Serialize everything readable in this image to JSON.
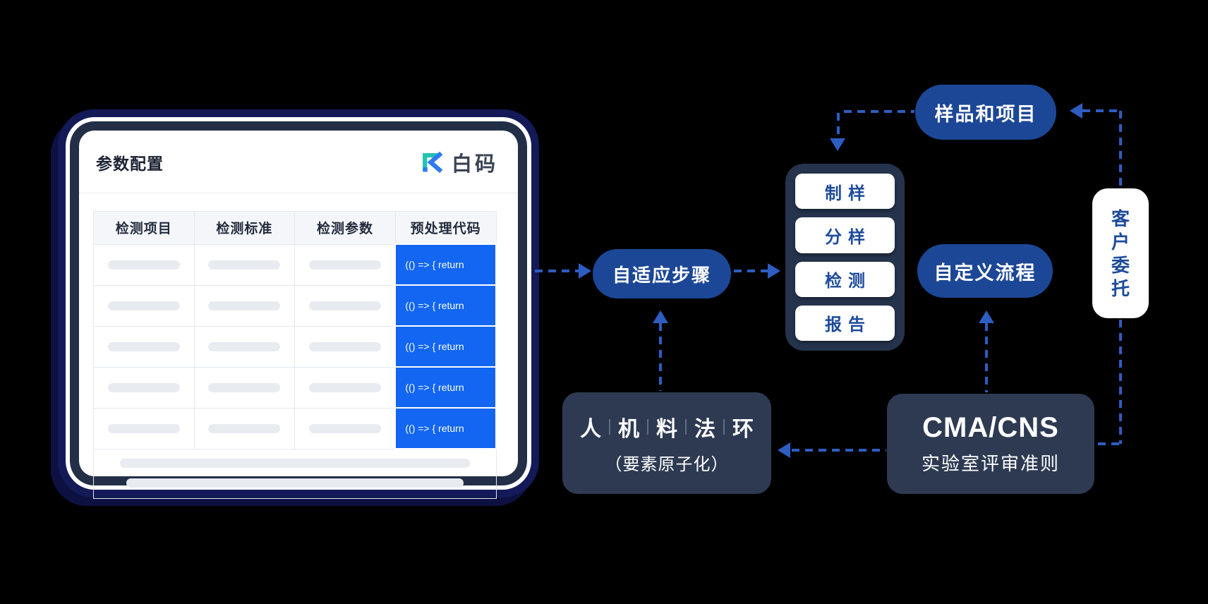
{
  "colors": {
    "accent-blue": "#1c4796",
    "bright-blue": "#1266f1",
    "arrow-blue": "#2e5dc2",
    "dark-navy": "#2d3a52",
    "stack-navy": "#25334c",
    "step-text-blue": "#1e4b9b",
    "logo-teal": "#23c3b2",
    "logo-blue": "#2f7af0",
    "frame-navy": "#232e47",
    "glow-navy": "#131a57",
    "glow-deep": "#0d1142",
    "placeholder-gray": "#e8ecf1",
    "table-border": "#e4e8ee",
    "header-bg": "#f4f6fa",
    "title-dark": "#1c2434"
  },
  "window": {
    "title": "参数配置",
    "logo": {
      "text": "白码"
    },
    "table": {
      "columns": [
        "检测项目",
        "检测标准",
        "检测参数",
        "预处理代码"
      ],
      "rows": [
        "(() => { return",
        "(() => { return",
        "(() => { return",
        "(() => { return",
        "(() => { return"
      ]
    }
  },
  "diagram": {
    "adaptive_steps": {
      "label": "自适应步骤"
    },
    "samples_projects": {
      "label": "样品和项目"
    },
    "custom_process": {
      "label": "自定义流程"
    },
    "customer_commission": {
      "chars": [
        "客",
        "户",
        "委",
        "托"
      ]
    },
    "process_stack": {
      "steps": [
        "制样",
        "分样",
        "检测",
        "报告"
      ]
    },
    "elements_box": {
      "chars": [
        "人",
        "机",
        "料",
        "法",
        "环"
      ],
      "subtitle": "（要素原子化）"
    },
    "cma_box": {
      "title": "CMA/CNS",
      "subtitle": "实验室评审准则"
    }
  }
}
